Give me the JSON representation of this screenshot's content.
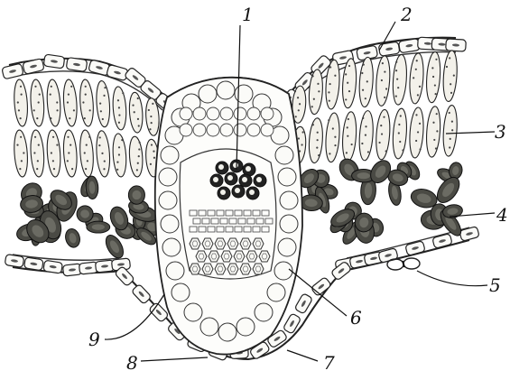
{
  "figure": {
    "labels": [
      {
        "id": "1",
        "text": "1"
      },
      {
        "id": "2",
        "text": "2"
      },
      {
        "id": "3",
        "text": "3"
      },
      {
        "id": "4",
        "text": "4"
      },
      {
        "id": "5",
        "text": "5"
      },
      {
        "id": "6",
        "text": "6"
      },
      {
        "id": "7",
        "text": "7"
      },
      {
        "id": "8",
        "text": "8"
      },
      {
        "id": "9",
        "text": "9"
      }
    ]
  }
}
